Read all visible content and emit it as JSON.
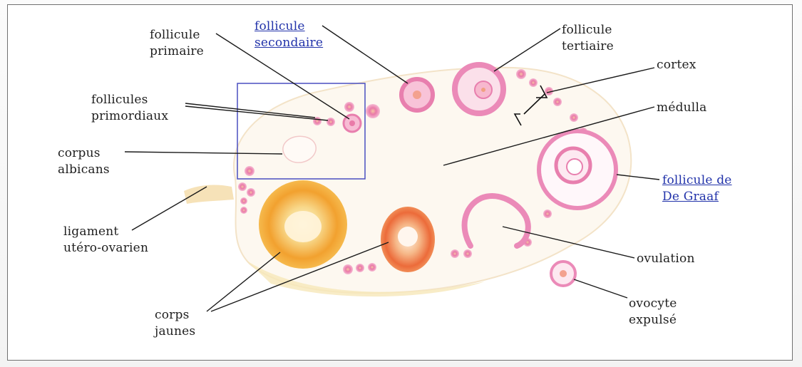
{
  "labels": {
    "follicule_primaire": [
      "follicule",
      "primaire"
    ],
    "follicule_secondaire": [
      "follicule",
      "secondaire"
    ],
    "follicule_tertiaire": [
      "follicule",
      "tertiaire"
    ],
    "cortex": "cortex",
    "follicules_primordiaux": [
      "follicules",
      "primordiaux"
    ],
    "medulla": "médulla",
    "corpus_albicans": [
      "corpus",
      "albicans"
    ],
    "follicule_de_graaf": [
      "follicule de",
      "De Graaf"
    ],
    "ligament": [
      "ligament",
      "utéro-ovarien"
    ],
    "ovulation": "ovulation",
    "corps_jaunes": [
      "corps",
      "jaunes"
    ],
    "ovocyte_expulse": [
      "ovocyte",
      "expulsé"
    ]
  },
  "colors": {
    "follicle_pink": "#e87fae",
    "follicle_ring": "#f4b6cf",
    "corpus_luteum_orange": "#f0a030",
    "corpus_luteum_light": "#f8d98c",
    "inset_box_blue": "#4a4fc0",
    "link_blue": "#2233aa",
    "ovary_tissue": "#fdf6ec"
  }
}
